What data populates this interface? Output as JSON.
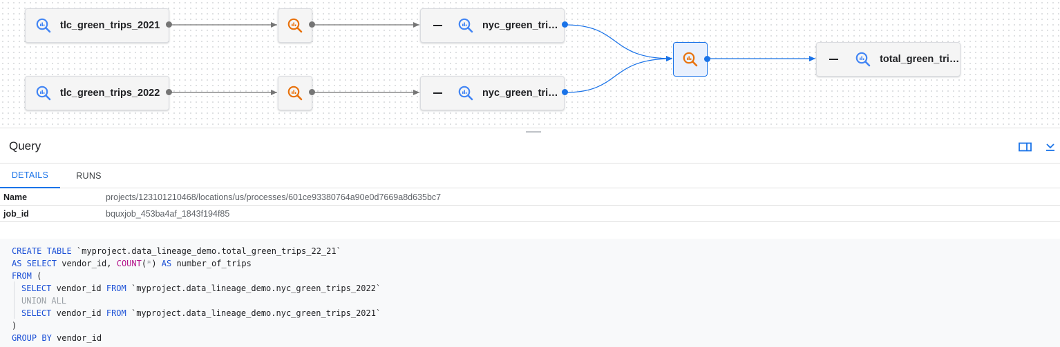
{
  "graph": {
    "nodes": {
      "tlc_2021": {
        "label": "tlc_green_trips_2021",
        "icon": "bigquery-table-icon"
      },
      "tlc_2022": {
        "label": "tlc_green_trips_2022",
        "icon": "bigquery-table-icon"
      },
      "job_1": {
        "icon": "bigquery-job-icon"
      },
      "job_2": {
        "icon": "bigquery-job-icon"
      },
      "nyc_1": {
        "label": "nyc_green_trips…",
        "icon": "bigquery-table-icon"
      },
      "nyc_2": {
        "label": "nyc_green_trips…",
        "icon": "bigquery-table-icon"
      },
      "job_union": {
        "icon": "bigquery-job-icon",
        "selected": true
      },
      "total": {
        "label": "total_green_trip…",
        "icon": "bigquery-table-icon"
      }
    },
    "colors": {
      "table_icon": "#4285f4",
      "job_icon": "#e8710a",
      "edge": "#757575",
      "edge_selected": "#1a73e8"
    }
  },
  "panel": {
    "title": "Query",
    "tabs": [
      {
        "label": "DETAILS",
        "active": true
      },
      {
        "label": "RUNS",
        "active": false
      }
    ],
    "properties": [
      {
        "key": "Name",
        "value": "projects/123101210468/locations/us/processes/601ce93380764a90e0d7669a8d635bc7"
      },
      {
        "key": "job_id",
        "value": "bquxjob_453ba4af_1843f194f85"
      }
    ],
    "sql": {
      "l1_kw": "CREATE TABLE",
      "l1_rest": " `myproject.data_lineage_demo.total_green_trips_22_21`",
      "l2_kw": "AS SELECT",
      "l2_a": " vendor_id, ",
      "l2_fn": "COUNT",
      "l2_b": "(",
      "l2_star": "*",
      "l2_c": ") ",
      "l2_as": "AS",
      "l2_d": " number_of_trips",
      "l3_kw": "FROM",
      "l3_rest": " (",
      "l4_kw": "SELECT",
      "l4_a": " vendor_id ",
      "l4_from": "FROM",
      "l4_b": " `myproject.data_lineage_demo.nyc_green_trips_2022`",
      "l5_union": "UNION ALL",
      "l6_kw": "SELECT",
      "l6_a": " vendor_id ",
      "l6_from": "FROM",
      "l6_b": " `myproject.data_lineage_demo.nyc_green_trips_2021`",
      "l7": ")",
      "l8_kw": "GROUP BY",
      "l8_rest": " vendor_id"
    }
  }
}
